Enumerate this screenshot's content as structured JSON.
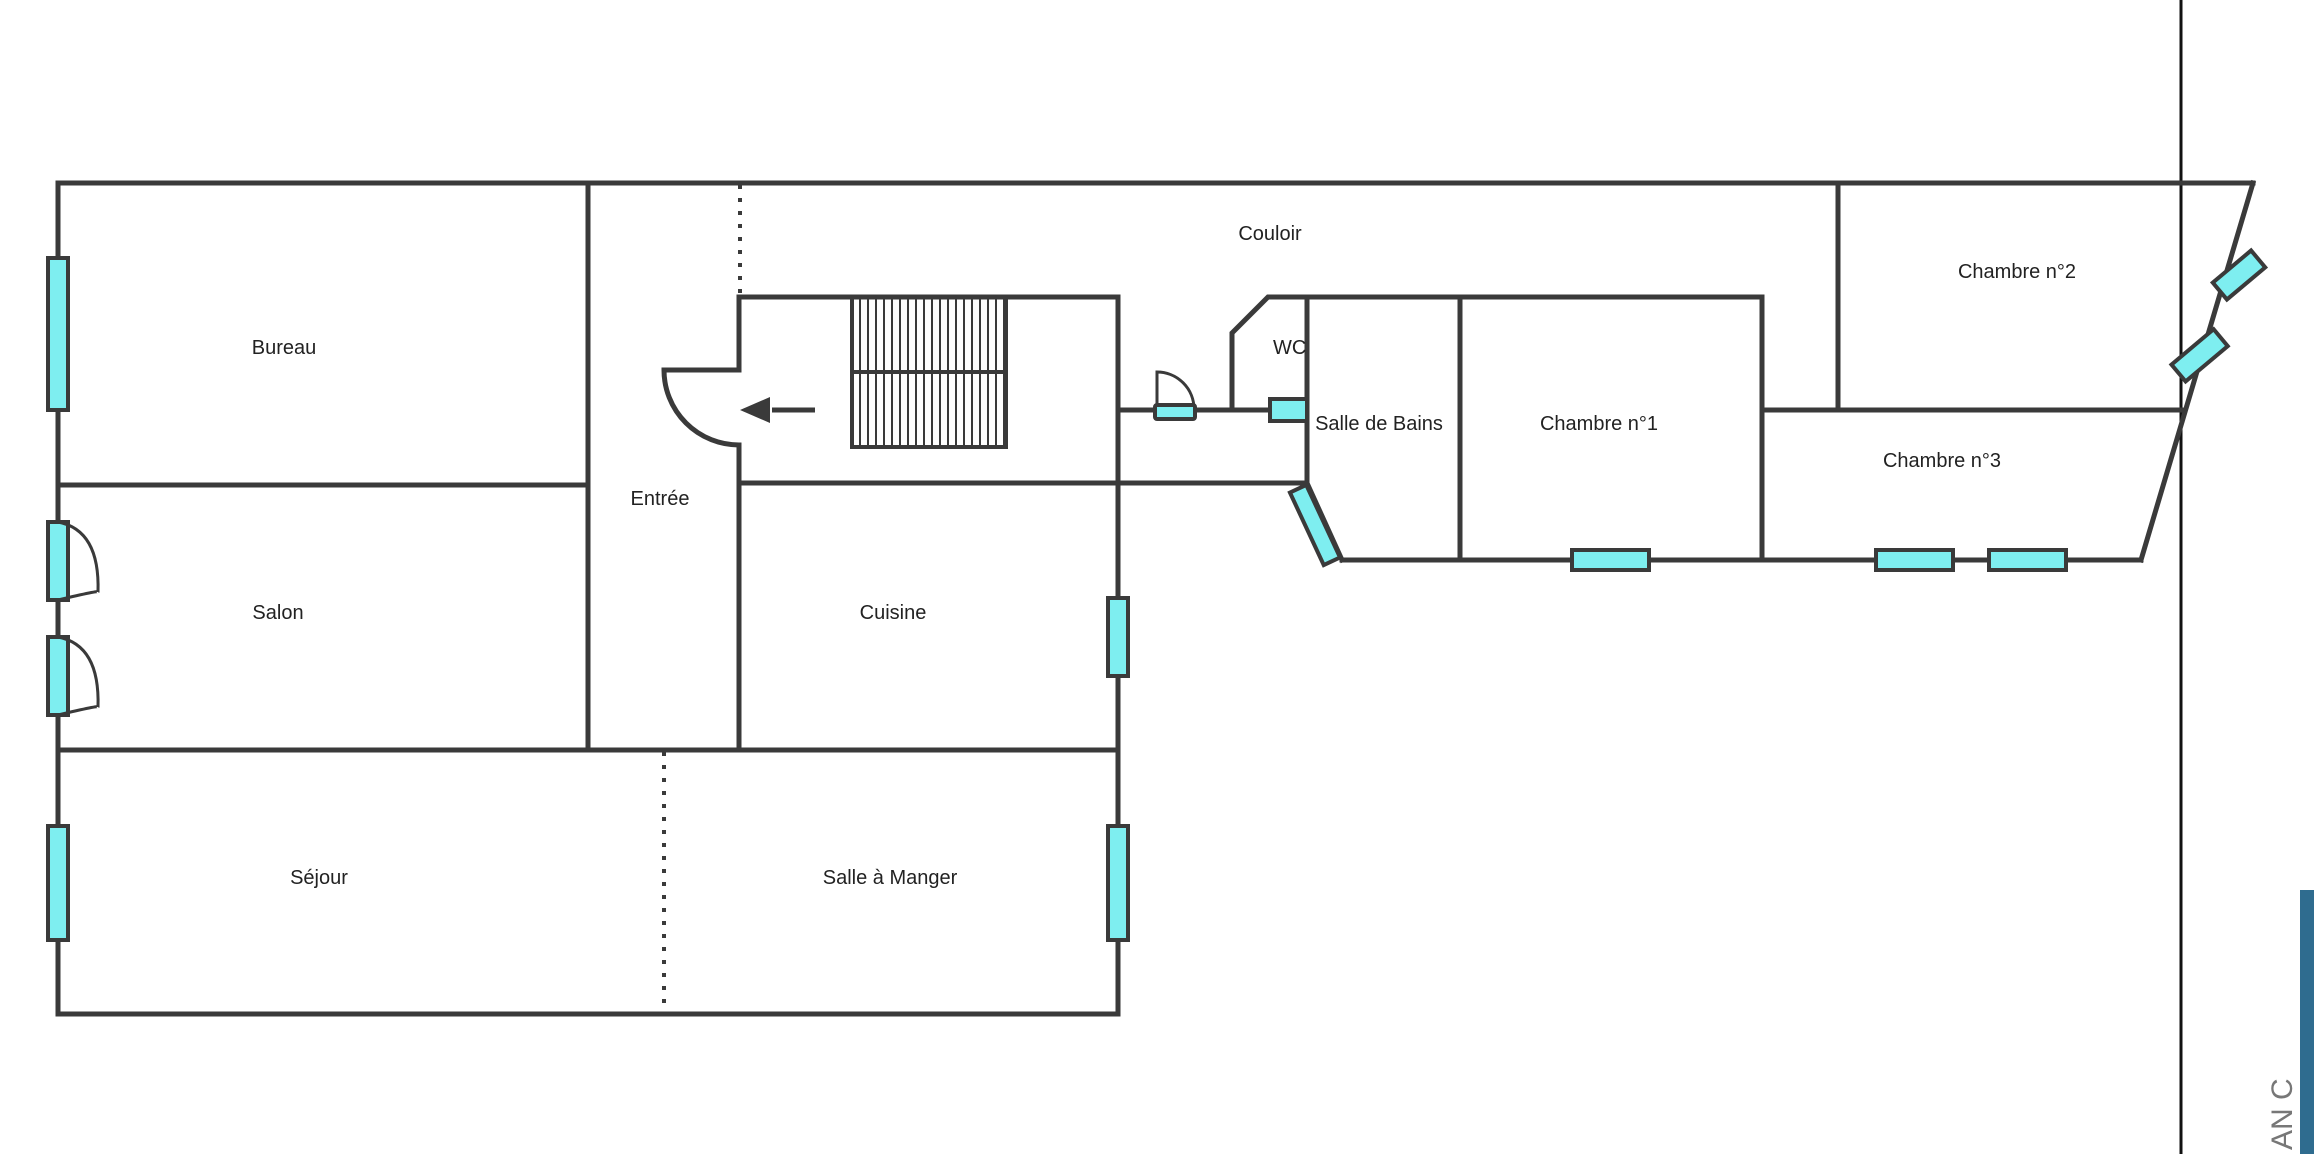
{
  "plan": {
    "rooms": {
      "bureau": "Bureau",
      "couloir": "Couloir",
      "chambre2": "Chambre n°2",
      "wc": "WC",
      "salle_de_bains": "Salle de Bains",
      "chambre1": "Chambre n°1",
      "chambre3": "Chambre n°3",
      "entree": "Entrée",
      "salon": "Salon",
      "cuisine": "Cuisine",
      "sejour": "Séjour",
      "salle_a_manger": "Salle à Manger"
    },
    "side_text": "AN C"
  },
  "colors": {
    "wall": "#3a3a3a",
    "window": "#7eeef0",
    "background": "#ffffff",
    "accent_bar": "#2f6c8f"
  }
}
